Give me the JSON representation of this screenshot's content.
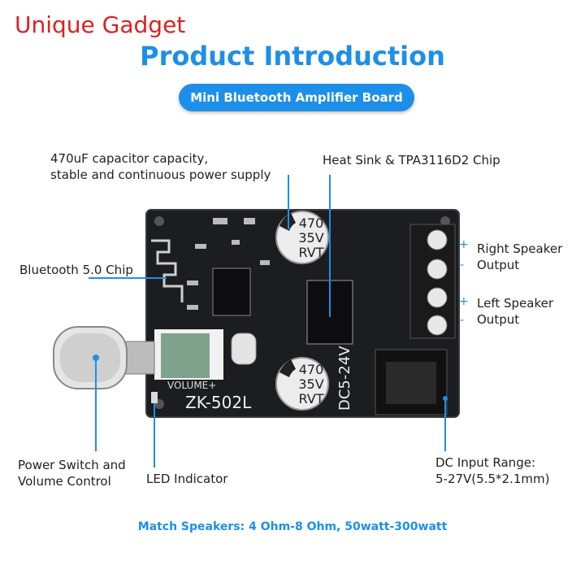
{
  "brand": "Unique Gadget",
  "title": "Product Introduction",
  "subtitle_pill": "Mini Bluetooth Amplifier Board",
  "callouts": {
    "capacitor_line1": "470uF capacitor capacity,",
    "capacitor_line2": "stable and continuous power supply",
    "heatsink": "Heat Sink & TPA3116D2 Chip",
    "bluetooth": "Bluetooth 5.0 Chip",
    "right_speaker_line1": "Right Speaker",
    "right_speaker_line2": "Output",
    "left_speaker_line1": "Left Speaker",
    "left_speaker_line2": "Output",
    "power_line1": "Power Switch and",
    "power_line2": "Volume Control",
    "led": "LED Indicator",
    "dc_line1": "DC Input Range:",
    "dc_line2": "5-27V(5.5*2.1mm)"
  },
  "board": {
    "model": "ZK-502L",
    "volume_label": "VOLUME+",
    "voltage_label": "DC5-24V",
    "cap_line1": "470",
    "cap_line2": "35V",
    "cap_line3": "RVT",
    "plus": "+",
    "minus": "-"
  },
  "footer": "Match Speakers: 4 Ohm-8 Ohm, 50watt-300watt",
  "colors": {
    "accent": "#1e8fe8",
    "brand": "#e0201e",
    "pcb": "#1c1d20"
  }
}
